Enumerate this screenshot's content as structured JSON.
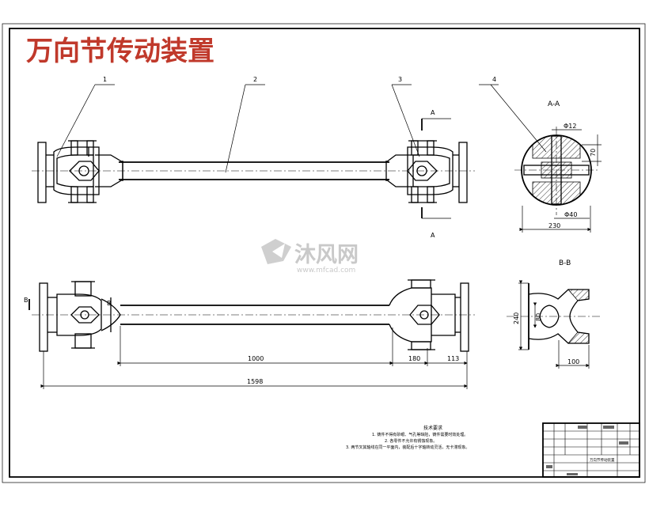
{
  "title": "万向节传动装置",
  "part_numbers": [
    "1",
    "2",
    "3",
    "4"
  ],
  "views": {
    "section_aa": {
      "label": "A-A",
      "cut_mark": "A",
      "dim_hole": "Φ12",
      "dim_height": "70",
      "dim_bore": "Φ40",
      "dim_width": "230"
    },
    "section_bb": {
      "label": "B-B",
      "cut_mark": "B",
      "dim_outer": "240",
      "dim_inner": "80",
      "dim_depth": "100"
    }
  },
  "dimensions": {
    "shaft_length": "1000",
    "yoke_length": "180",
    "flange_offset": "113",
    "overall_length": "1598"
  },
  "watermark": {
    "brand": "沐风网",
    "url": "www.mfcad.com"
  },
  "technical_requirements": {
    "heading": "技术要求",
    "items": [
      "1. 铸件不得有砂眼、气孔等缺陷，铸件需要时效处理。",
      "2. 各零件不允许有锈蚀现象。",
      "3. 两节叉其轴线在同一平面内，装配后十字轴转动灵活，无卡滞现象。"
    ]
  },
  "title_block": {
    "drawing_name": "万向节传动装置"
  }
}
